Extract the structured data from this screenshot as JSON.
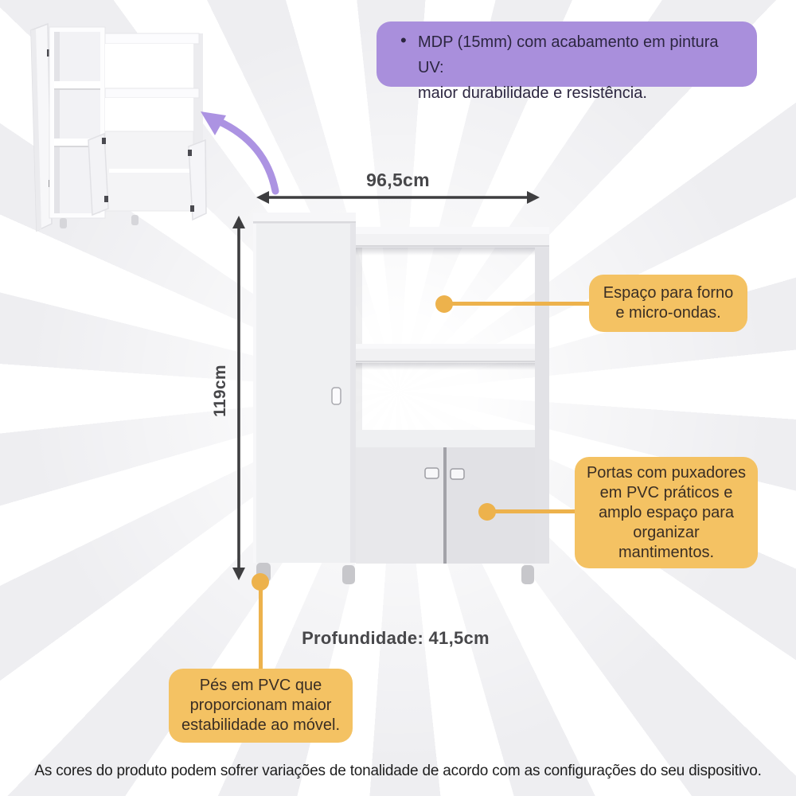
{
  "info_box": {
    "bullet": "•",
    "line1": "MDP (15mm) com acabamento em pintura UV:",
    "line2": "maior durabilidade e resistência."
  },
  "dimensions": {
    "width_label": "96,5cm",
    "height_label": "119cm",
    "depth_label": "Profundidade: 41,5cm"
  },
  "callouts": {
    "oven": {
      "lines": [
        "Espaço para forno",
        "e micro-ondas."
      ]
    },
    "doors": {
      "lines": [
        "Portas com puxadores",
        "em PVC práticos e",
        "amplo espaço para",
        "organizar",
        "mantimentos."
      ]
    },
    "feet": {
      "lines": [
        "Pés em PVC que",
        "proporcionam maior",
        "estabilidade ao móvel."
      ]
    }
  },
  "disclaimer": "As cores do produto podem sofrer variações de tonalidade de acordo com as configurações do seu dispositivo.",
  "colors": {
    "accent_purple": "#a98fdc",
    "accent_yellow": "#f4c263",
    "connector_yellow": "#edb24c",
    "dimension_arrow": "#3e3e40",
    "cabinet_body": "#f0f0f3"
  }
}
